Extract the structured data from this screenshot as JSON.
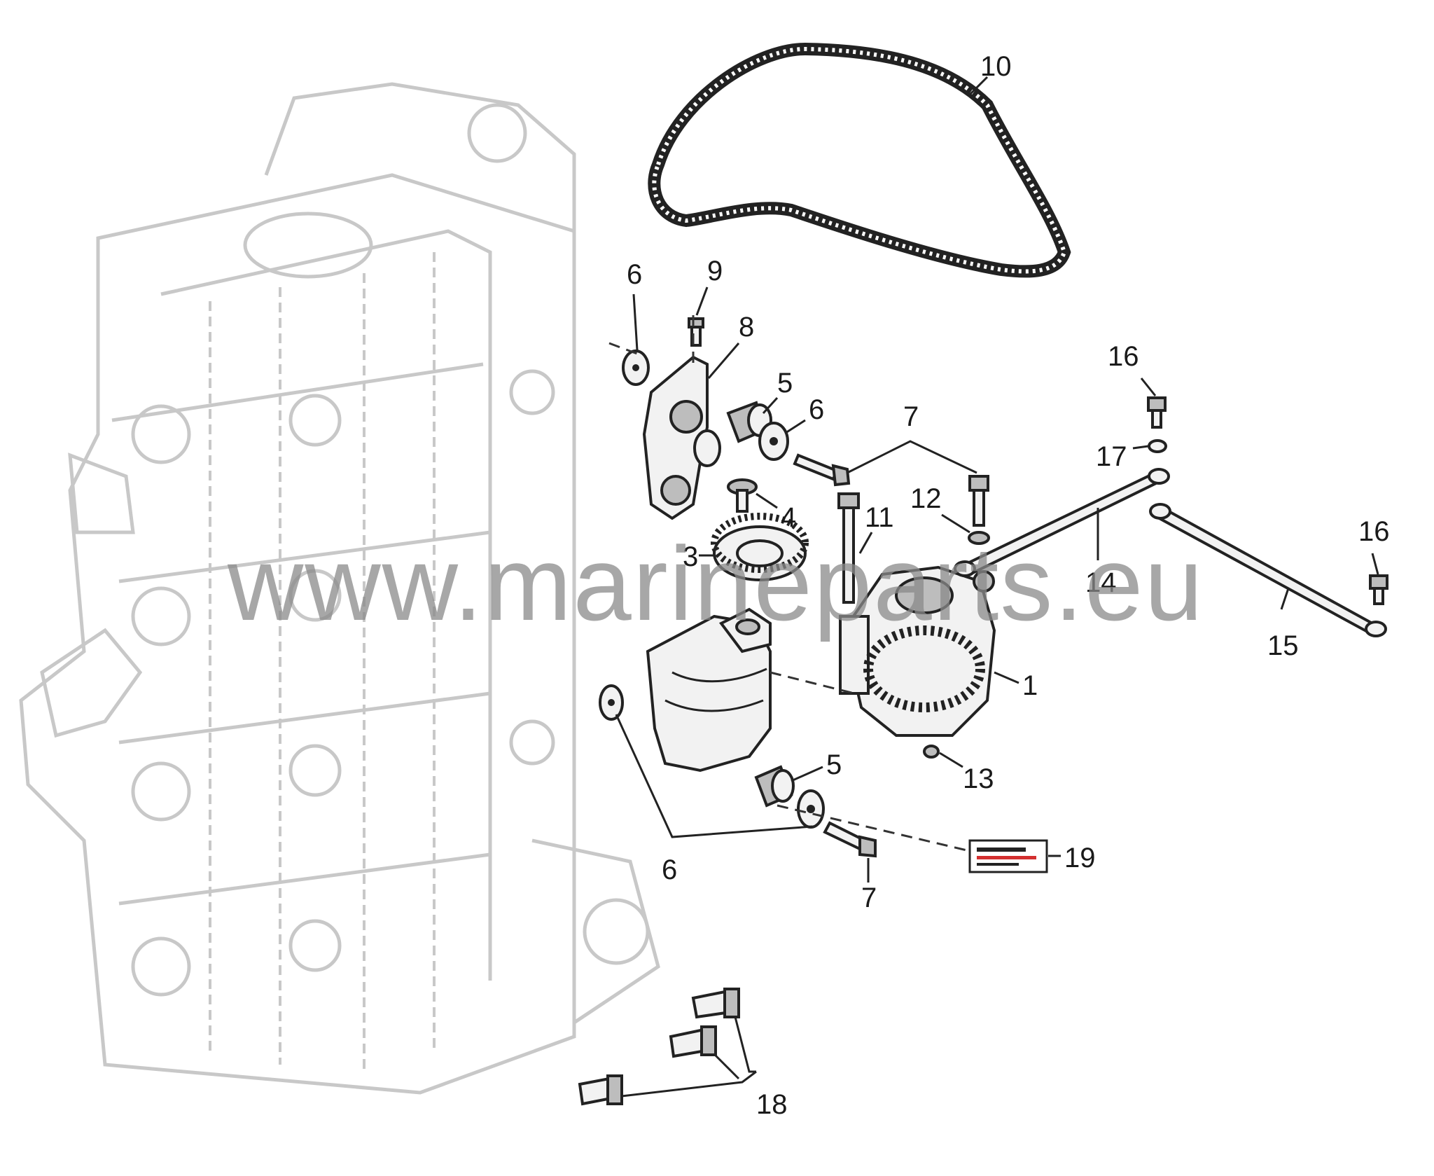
{
  "callouts": [
    {
      "id": "c1",
      "label": "1"
    },
    {
      "id": "c3",
      "label": "3"
    },
    {
      "id": "c4",
      "label": "4"
    },
    {
      "id": "c5a",
      "label": "5"
    },
    {
      "id": "c5b",
      "label": "5"
    },
    {
      "id": "c6a",
      "label": "6"
    },
    {
      "id": "c6b",
      "label": "6"
    },
    {
      "id": "c6c",
      "label": "6"
    },
    {
      "id": "c7a",
      "label": "7"
    },
    {
      "id": "c7b",
      "label": "7"
    },
    {
      "id": "c8",
      "label": "8"
    },
    {
      "id": "c9",
      "label": "9"
    },
    {
      "id": "c10",
      "label": "10"
    },
    {
      "id": "c11",
      "label": "11"
    },
    {
      "id": "c12",
      "label": "12"
    },
    {
      "id": "c13",
      "label": "13"
    },
    {
      "id": "c14",
      "label": "14"
    },
    {
      "id": "c15",
      "label": "15"
    },
    {
      "id": "c16a",
      "label": "16"
    },
    {
      "id": "c16b",
      "label": "16"
    },
    {
      "id": "c17",
      "label": "17"
    },
    {
      "id": "c18",
      "label": "18"
    },
    {
      "id": "c19",
      "label": "19"
    }
  ],
  "watermark": "www.marineparts.eu",
  "colors": {
    "line": "#222222",
    "engine_outline": "#c8c8c8",
    "watermark": "#8a8a8a",
    "label_red": "#d32f2f"
  }
}
